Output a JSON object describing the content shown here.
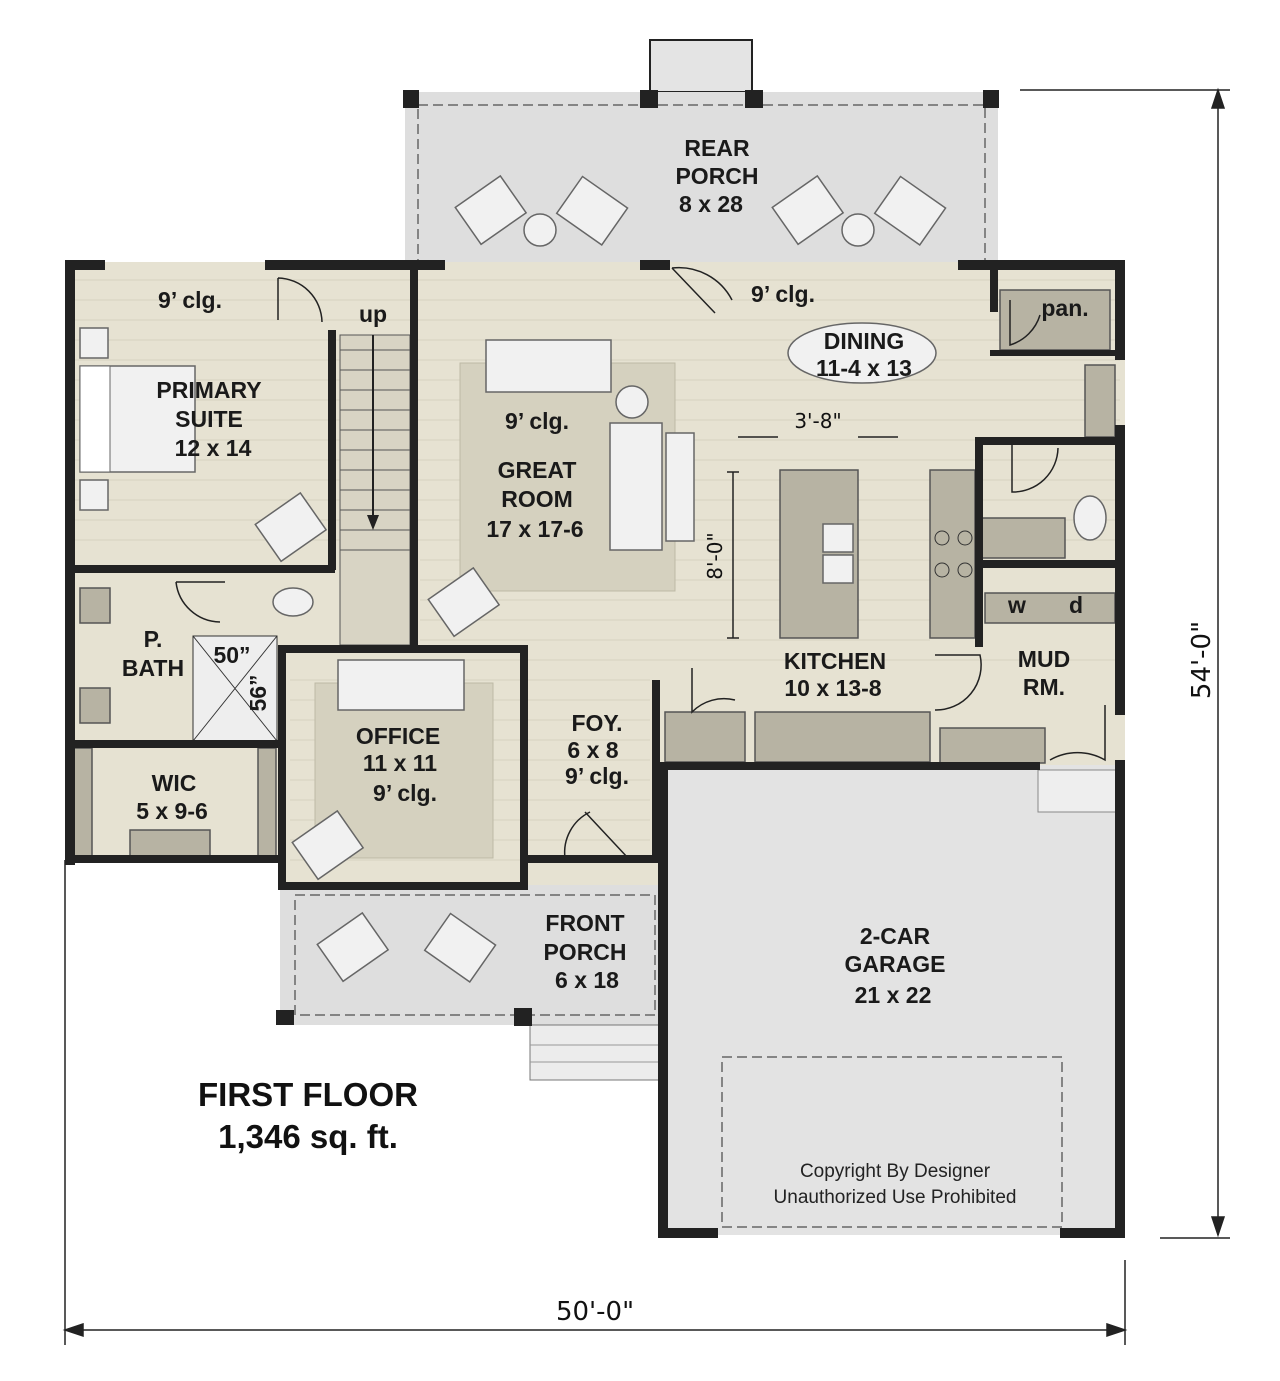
{
  "plan": {
    "title": "FIRST FLOOR",
    "area": "1,346 sq. ft.",
    "overall_depth": "54'-0\"",
    "overall_width": "50'-0\"",
    "copyright_line1": "Copyright By Designer",
    "copyright_line2": "Unauthorized Use Prohibited"
  },
  "rooms": {
    "rear_porch": [
      "REAR",
      "PORCH",
      "8 x 28"
    ],
    "primary_suite": [
      "PRIMARY",
      "SUITE",
      "12 x 14"
    ],
    "primary_ceiling": "9’ clg.",
    "stairs": "up",
    "great_room": [
      "GREAT",
      "ROOM",
      "17 x 17-6"
    ],
    "great_room_ceiling": "9’ clg.",
    "dining": [
      "DINING",
      "11-4 x 13"
    ],
    "dining_ceiling": "9’ clg.",
    "pantry": "pan.",
    "kitchen": [
      "KITCHEN",
      "10 x 13-8"
    ],
    "island_clearance": "3'-8\"",
    "island_length": "8'-0\"",
    "mud_room": [
      "MUD",
      "RM."
    ],
    "washer": "w",
    "dryer": "d",
    "p_bath": [
      "P.",
      "BATH"
    ],
    "shower_w": "50”",
    "shower_d": "56”",
    "wic": [
      "WIC",
      "5 x 9-6"
    ],
    "office": [
      "OFFICE",
      "11 x 11",
      "9’ clg."
    ],
    "foyer": [
      "FOY.",
      "6 x 8",
      "9’ clg."
    ],
    "front_porch": [
      "FRONT",
      "PORCH",
      "6 x 18"
    ],
    "garage": [
      "2-CAR",
      "GARAGE",
      "21 x 22"
    ]
  },
  "colors": {
    "floor": "#e6e2d2",
    "porch": "#dedede",
    "wall": "#222222",
    "rug": "#d5d1bf"
  }
}
